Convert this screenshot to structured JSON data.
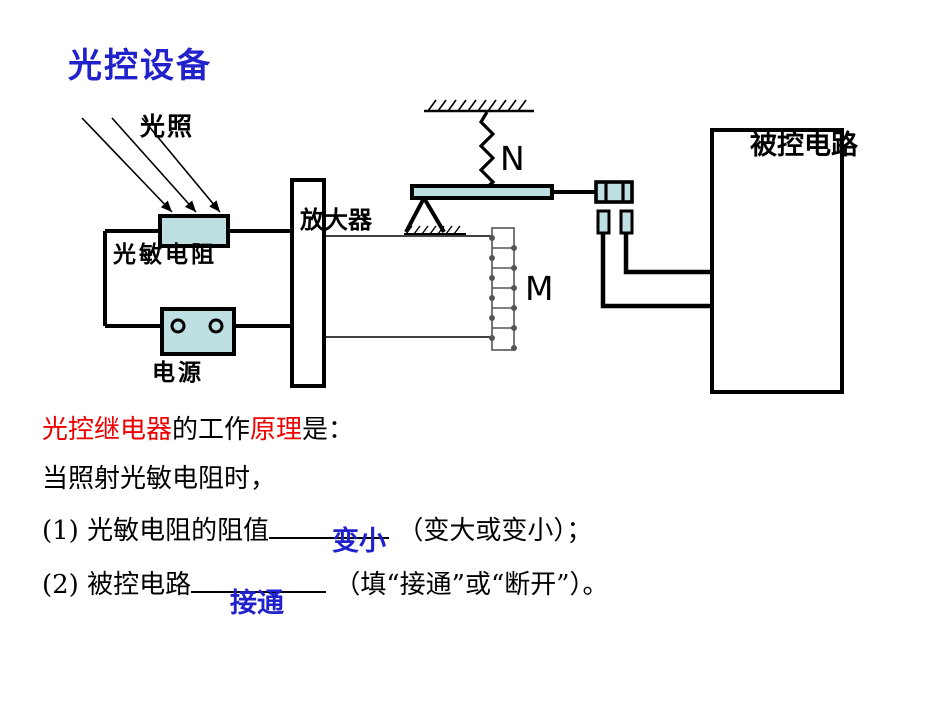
{
  "slide": {
    "title": "光控设备",
    "title_color": "#2222cc",
    "background": "#ffffff"
  },
  "diagram": {
    "name": "light-controlled-relay-circuit",
    "component_fill": "#bfe0e3",
    "labels": {
      "light": "光照",
      "photoresistor": "光敏电阻",
      "power_source": "电源",
      "amplifier": "放大器",
      "spring": "N",
      "electromagnet": "M",
      "controlled_circuit": "被控电路"
    }
  },
  "body": {
    "line1": {
      "part_red_1": "光控继电器",
      "part_black_1": "的工作",
      "part_red_2": "原理",
      "part_black_2": "是："
    },
    "line2": "当照射光敏电阻时，",
    "line3": {
      "number": "(1)",
      "text_before": "光敏电阻的阻值",
      "answer": "变小",
      "text_after": "（变大或变小）；"
    },
    "line4": {
      "number": "(2)",
      "text_before": "被控电路",
      "answer": "接通",
      "text_after": "（填“接通”或“断开”）。"
    },
    "answer_color": "#2222cc"
  }
}
